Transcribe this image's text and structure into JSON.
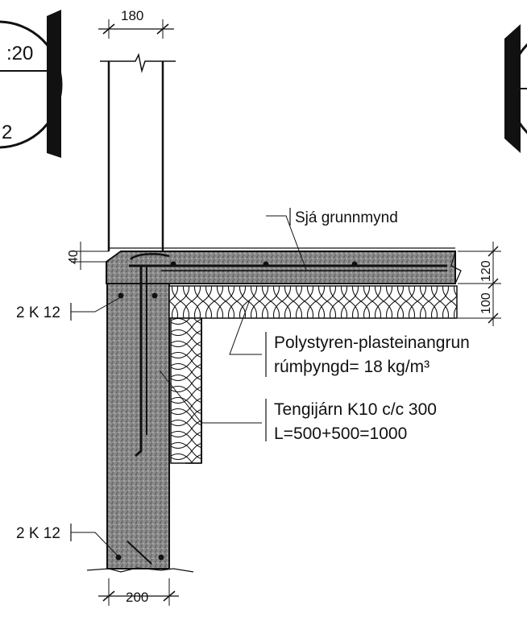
{
  "scale_badge_left": {
    "top": ":20",
    "bottom": "2"
  },
  "dimensions": {
    "top_wall_thickness": "180",
    "bottom_wall_thickness": "200",
    "slab_step": "40",
    "slab_thickness": "120",
    "insulation_thickness": "100"
  },
  "labels": {
    "see_plan": "Sjá grunnmynd",
    "insulation_line1": "Polystyren-plasteinangrun",
    "insulation_line2": "rúmþyngd= 18 kg/m³",
    "tie_bars_line1": "Tengijárn K10 c/c 300",
    "tie_bars_line2": "L=500+500=1000",
    "rebar_upper": "2 K 12",
    "rebar_lower": "2 K 12"
  },
  "colors": {
    "ink": "#111111",
    "concrete": "#7a7a7a",
    "paper": "#ffffff"
  }
}
